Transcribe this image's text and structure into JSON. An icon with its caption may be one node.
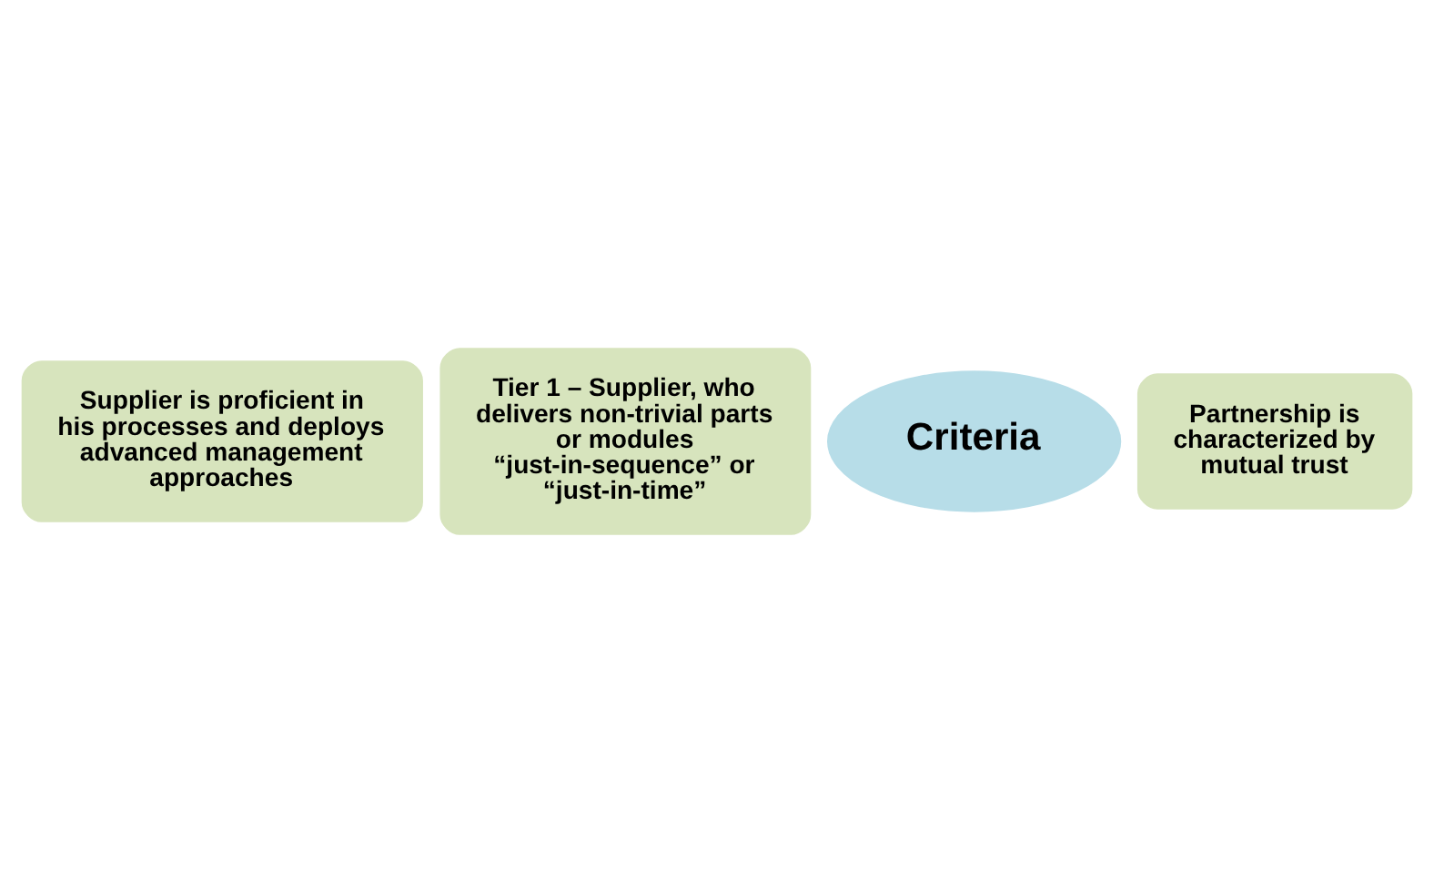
{
  "diagram": {
    "nodes": [
      {
        "text": [
          "Tier 1 – Supplier, who delivers non-trivial parts or modules “just-in-sequence” or “just-in-time”"
        ]
      },
      {
        "text": [
          "Criteria"
        ]
      },
      {
        "text": [
          "Supplier is proficient in his processes and deploys advanced management approaches"
        ]
      },
      {
        "text": [
          "Partnership is characterized by mutual trust"
        ]
      }
    ],
    "edges": []
  }
}
